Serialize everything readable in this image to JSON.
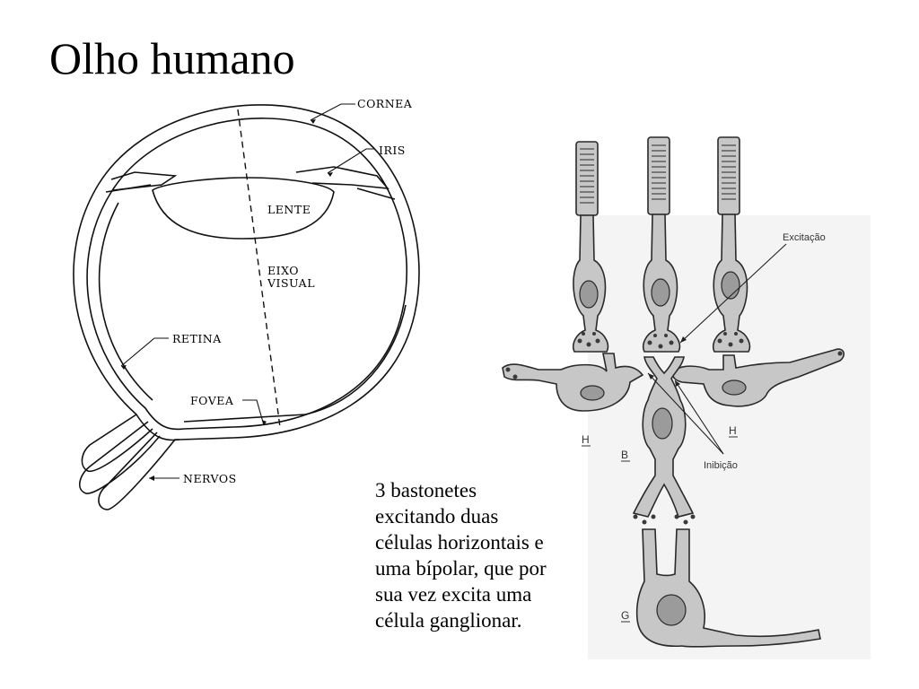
{
  "slide": {
    "title": "Olho humano"
  },
  "eye_labels": {
    "cornea": "CORNEA",
    "iris": "IRIS",
    "lente": "LENTE",
    "eixo": "EIXO",
    "visual": "VISUAL",
    "retina": "RETINA",
    "fovea": "FOVEA",
    "nervos": "NERVOS"
  },
  "retina_labels": {
    "excitacao": "Excitação",
    "inibicao": "Inibição",
    "h_left": "H",
    "h_right": "H",
    "b": "B",
    "g": "G"
  },
  "caption": {
    "lines": [
      "3 bastonetes",
      "excitando duas",
      "células horizontais e",
      "uma bípolar, que por",
      "sua vez excita uma",
      "célula ganglionar."
    ]
  }
}
